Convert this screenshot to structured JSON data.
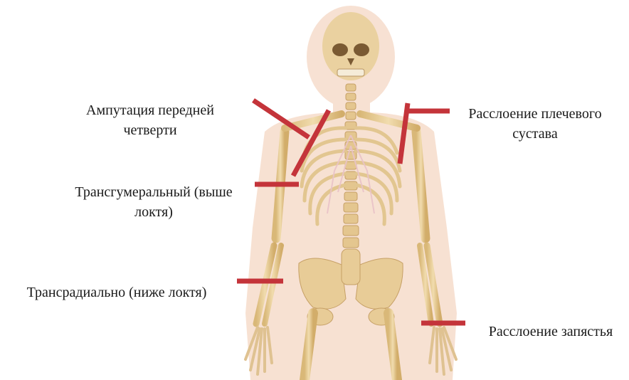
{
  "labels": {
    "forequarter": {
      "line1": "Ампутация передней",
      "line2": "четверти"
    },
    "shoulder": {
      "line1": "Расслоение плечевого",
      "line2": "сустава"
    },
    "transhumeral": {
      "line1": "Трансгумеральный (выше",
      "line2": "локтя)"
    },
    "transradial": {
      "line1": "Трансрадиально (ниже локтя)"
    },
    "wrist": {
      "line1": "Расслоение запястья"
    }
  },
  "colors": {
    "marker": "#c4343a",
    "bone": "#e6c98f",
    "body": "#f6dccb"
  }
}
